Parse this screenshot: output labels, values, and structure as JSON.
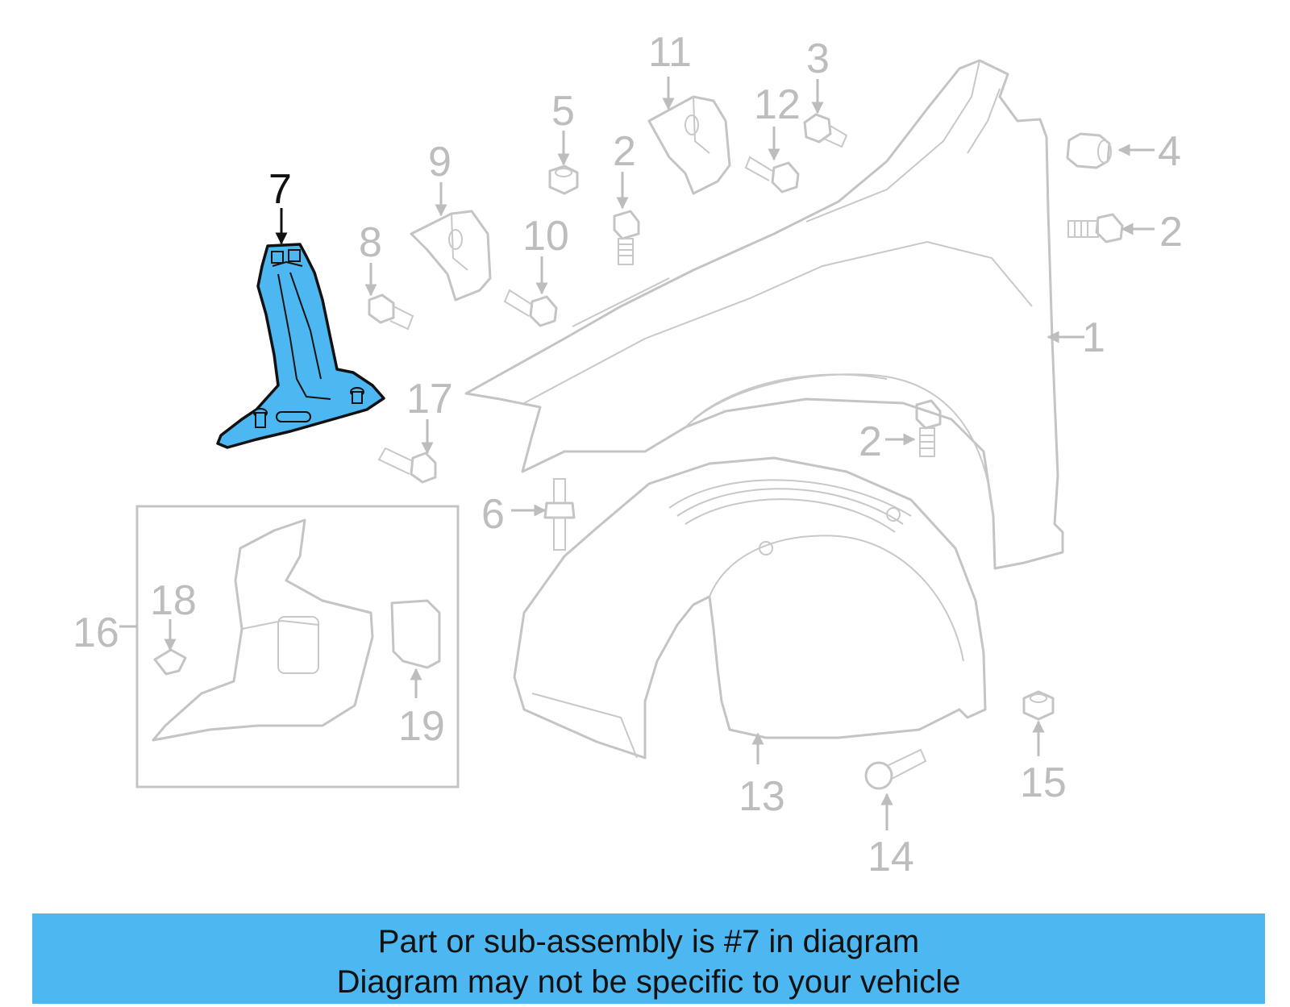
{
  "colors": {
    "highlight": "#4cb7f0",
    "highlight_outline": "#111111",
    "inactive_part": "#c4c4c4",
    "banner_background": "#4cb7f0"
  },
  "callouts": {
    "c1": "1",
    "c2a": "2",
    "c2b": "2",
    "c2c": "2",
    "c3": "3",
    "c4": "4",
    "c5": "5",
    "c6": "6",
    "c7": "7",
    "c8": "8",
    "c9": "9",
    "c10": "10",
    "c11": "11",
    "c12": "12",
    "c13": "13",
    "c14": "14",
    "c15": "15",
    "c16": "16",
    "c17": "17",
    "c18": "18",
    "c19": "19"
  },
  "highlighted_part": "7",
  "banner": {
    "line1": "Part or sub-assembly is #7 in diagram",
    "line2": "Diagram may not be specific to your vehicle"
  }
}
